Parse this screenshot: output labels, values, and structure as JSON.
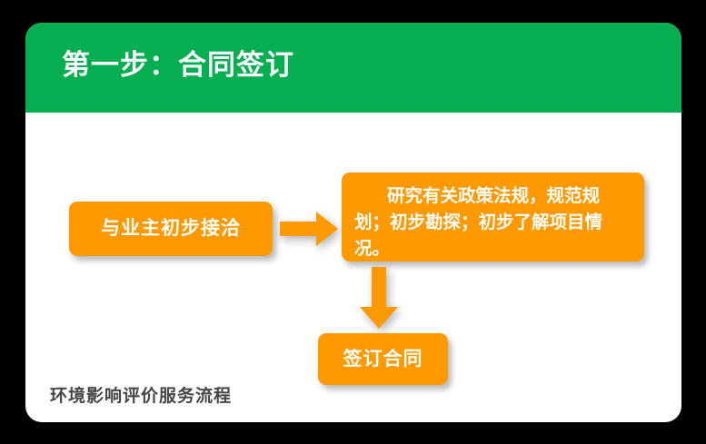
{
  "slide": {
    "header": {
      "title": "第一步：合同签订",
      "background_color": "#05AE51",
      "title_color": "#FFFFFF"
    },
    "accent_color": "#FF9900",
    "card_background": "#FFFFFF",
    "canvas_background": "#000000",
    "footer": {
      "caption": "环境影响评价服务流程",
      "color": "#464646"
    },
    "flow": {
      "nodes": [
        {
          "id": "initial-contact",
          "label": "与业主初步接洽"
        },
        {
          "id": "research",
          "label": "研究有关政策法规，规范规划；初步勘探；初步了解项目情况。"
        },
        {
          "id": "sign-contract",
          "label": "签订合同"
        }
      ],
      "connectors": [
        {
          "id": "arrow-right",
          "icon": "arrow-right-icon",
          "from": "initial-contact",
          "to": "research",
          "direction": "right"
        },
        {
          "id": "arrow-down",
          "icon": "arrow-down-icon",
          "from": "research",
          "to": "sign-contract",
          "direction": "down"
        }
      ]
    }
  }
}
